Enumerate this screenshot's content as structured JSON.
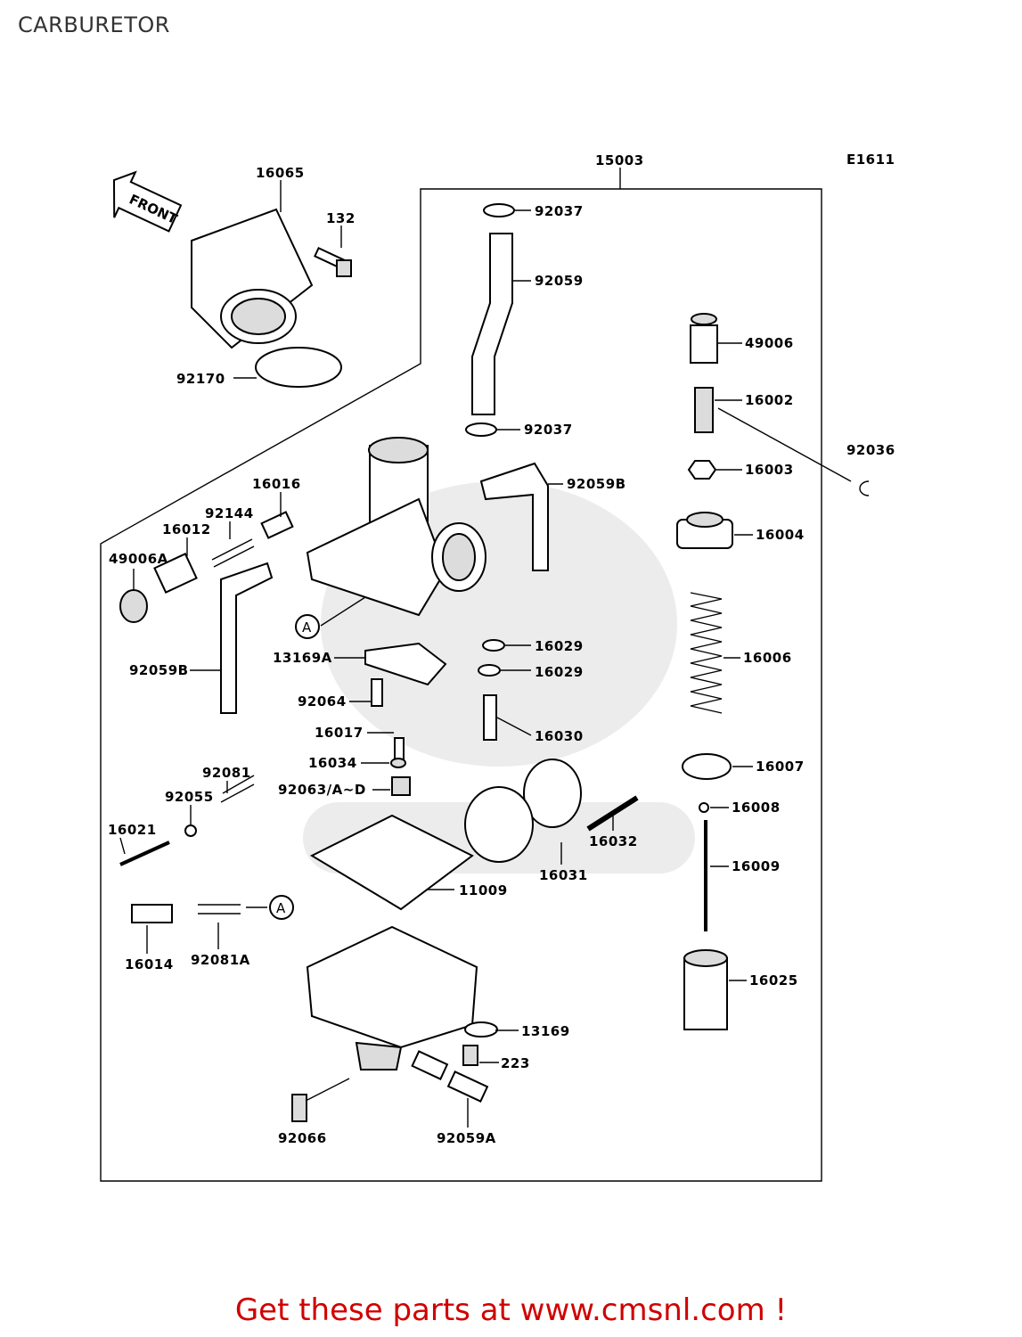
{
  "page": {
    "title": "CARBURETOR"
  },
  "diagram": {
    "code": "E1611",
    "front_label": "FRONT",
    "assembly_label": "15003",
    "callout_letter": "A",
    "labels": [
      "16065",
      "132",
      "92170",
      "92037",
      "92059",
      "92037",
      "92059B",
      "49006",
      "16002",
      "92036",
      "16003",
      "16004",
      "16006",
      "16007",
      "16008",
      "16009",
      "16025",
      "16016",
      "92144",
      "16012",
      "49006A",
      "92059B",
      "13169A",
      "92064",
      "16017",
      "16034",
      "92063/A~D",
      "16029",
      "16029",
      "16030",
      "92081",
      "92055",
      "16021",
      "16032",
      "16031",
      "11009",
      "16014",
      "92081A",
      "13169",
      "223",
      "92066",
      "92059A"
    ]
  },
  "footer": {
    "text": "Get these parts at www.cmsnl.com !"
  }
}
